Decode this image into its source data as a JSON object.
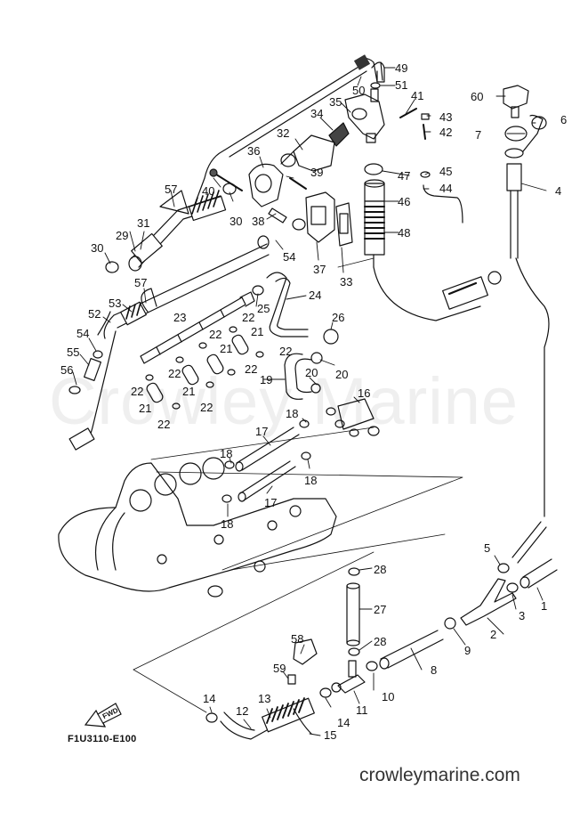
{
  "watermark": "Crowley Marine",
  "footer": {
    "site": "crowleymarine.com"
  },
  "diagram_code": "F1U3110-E100",
  "direction_arrow": {
    "label": "FWD",
    "icon": "fwd-arrow-icon"
  },
  "callouts": [
    {
      "id": "c1",
      "label": "1"
    },
    {
      "id": "c2",
      "label": "2"
    },
    {
      "id": "c3",
      "label": "3"
    },
    {
      "id": "c4",
      "label": "4"
    },
    {
      "id": "c5",
      "label": "5"
    },
    {
      "id": "c6",
      "label": "6"
    },
    {
      "id": "c7",
      "label": "7"
    },
    {
      "id": "c8",
      "label": "8"
    },
    {
      "id": "c9",
      "label": "9"
    },
    {
      "id": "c10",
      "label": "10"
    },
    {
      "id": "c11",
      "label": "11"
    },
    {
      "id": "c12",
      "label": "12"
    },
    {
      "id": "c13",
      "label": "13"
    },
    {
      "id": "c14a",
      "label": "14"
    },
    {
      "id": "c14b",
      "label": "14"
    },
    {
      "id": "c15",
      "label": "15"
    },
    {
      "id": "c16",
      "label": "16"
    },
    {
      "id": "c17a",
      "label": "17"
    },
    {
      "id": "c17b",
      "label": "17"
    },
    {
      "id": "c18a",
      "label": "18"
    },
    {
      "id": "c18b",
      "label": "18"
    },
    {
      "id": "c18c",
      "label": "18"
    },
    {
      "id": "c18d",
      "label": "18"
    },
    {
      "id": "c19",
      "label": "19"
    },
    {
      "id": "c20a",
      "label": "20"
    },
    {
      "id": "c20b",
      "label": "20"
    },
    {
      "id": "c21a",
      "label": "21"
    },
    {
      "id": "c21b",
      "label": "21"
    },
    {
      "id": "c21c",
      "label": "21"
    },
    {
      "id": "c21d",
      "label": "21"
    },
    {
      "id": "c22a",
      "label": "22"
    },
    {
      "id": "c22b",
      "label": "22"
    },
    {
      "id": "c22c",
      "label": "22"
    },
    {
      "id": "c22d",
      "label": "22"
    },
    {
      "id": "c22e",
      "label": "22"
    },
    {
      "id": "c22f",
      "label": "22"
    },
    {
      "id": "c22g",
      "label": "22"
    },
    {
      "id": "c22h",
      "label": "22"
    },
    {
      "id": "c23",
      "label": "23"
    },
    {
      "id": "c24",
      "label": "24"
    },
    {
      "id": "c25",
      "label": "25"
    },
    {
      "id": "c26",
      "label": "26"
    },
    {
      "id": "c27",
      "label": "27"
    },
    {
      "id": "c28a",
      "label": "28"
    },
    {
      "id": "c28b",
      "label": "28"
    },
    {
      "id": "c29",
      "label": "29"
    },
    {
      "id": "c30a",
      "label": "30"
    },
    {
      "id": "c30b",
      "label": "30"
    },
    {
      "id": "c31",
      "label": "31"
    },
    {
      "id": "c32",
      "label": "32"
    },
    {
      "id": "c33",
      "label": "33"
    },
    {
      "id": "c34",
      "label": "34"
    },
    {
      "id": "c35",
      "label": "35"
    },
    {
      "id": "c36",
      "label": "36"
    },
    {
      "id": "c37",
      "label": "37"
    },
    {
      "id": "c38",
      "label": "38"
    },
    {
      "id": "c39",
      "label": "39"
    },
    {
      "id": "c40",
      "label": "40"
    },
    {
      "id": "c41",
      "label": "41"
    },
    {
      "id": "c42",
      "label": "42"
    },
    {
      "id": "c43",
      "label": "43"
    },
    {
      "id": "c44",
      "label": "44"
    },
    {
      "id": "c45",
      "label": "45"
    },
    {
      "id": "c46",
      "label": "46"
    },
    {
      "id": "c47",
      "label": "47"
    },
    {
      "id": "c48",
      "label": "48"
    },
    {
      "id": "c49",
      "label": "49"
    },
    {
      "id": "c50",
      "label": "50"
    },
    {
      "id": "c51",
      "label": "51"
    },
    {
      "id": "c52",
      "label": "52"
    },
    {
      "id": "c53",
      "label": "53"
    },
    {
      "id": "c54a",
      "label": "54"
    },
    {
      "id": "c54b",
      "label": "54"
    },
    {
      "id": "c55",
      "label": "55"
    },
    {
      "id": "c56",
      "label": "56"
    },
    {
      "id": "c57a",
      "label": "57"
    },
    {
      "id": "c57b",
      "label": "57"
    },
    {
      "id": "c58",
      "label": "58"
    },
    {
      "id": "c59",
      "label": "59"
    },
    {
      "id": "c60",
      "label": "60"
    }
  ]
}
